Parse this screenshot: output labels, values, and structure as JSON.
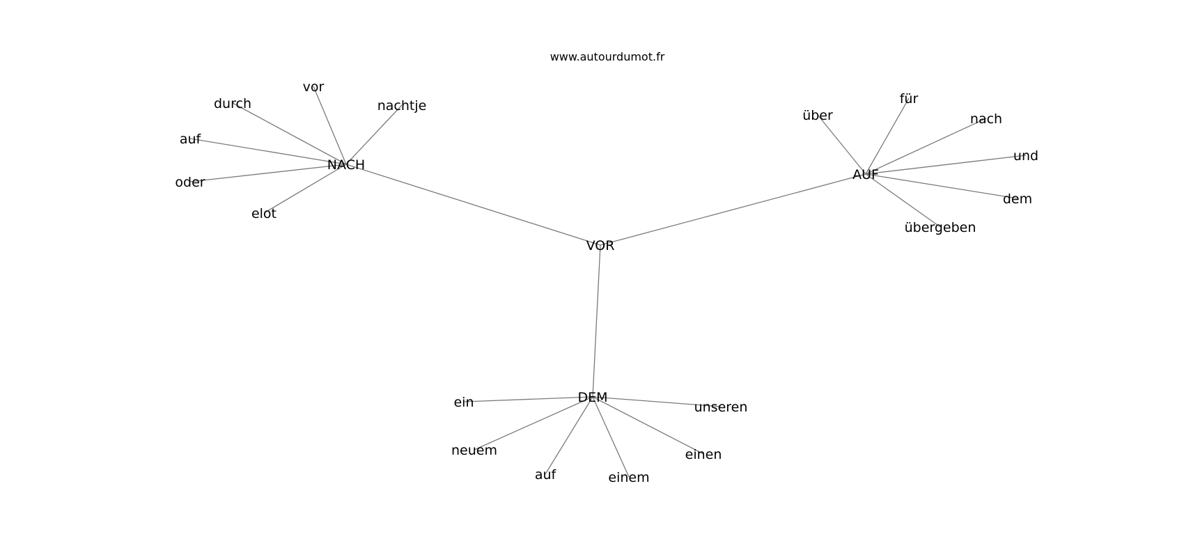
{
  "site": "www.autourdumot.fr",
  "center": "VOR",
  "clusters": [
    {
      "hub": "NACH",
      "words": [
        "durch",
        "vor",
        "nachtje",
        "auf",
        "oder",
        "elot"
      ]
    },
    {
      "hub": "AUF",
      "words": [
        "über",
        "für",
        "nach",
        "und",
        "dem",
        "übergeben"
      ]
    },
    {
      "hub": "DEM",
      "words": [
        "ein",
        "unseren",
        "neuem",
        "auf",
        "einem",
        "einen"
      ]
    }
  ],
  "colors": {
    "edge": "#7a7a7a",
    "text": "#000000",
    "background": "#ffffff"
  }
}
